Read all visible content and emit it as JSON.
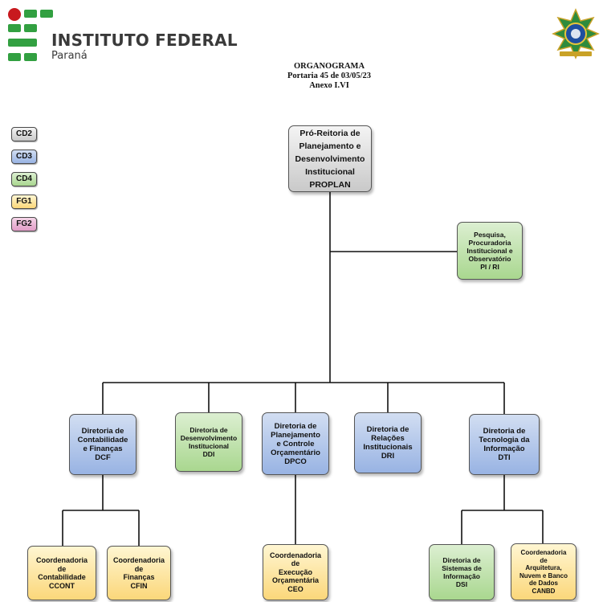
{
  "header": {
    "brand_name": "INSTITUTO FEDERAL",
    "brand_sub": "Paraná",
    "title_lines": [
      "ORGANOGRAMA",
      "Portaria 45 de 03/05/23",
      "Anexo I.VI"
    ]
  },
  "legend": [
    {
      "label": "CD2",
      "color": "#c9c9c9"
    },
    {
      "label": "CD3",
      "color": "#98b3e3"
    },
    {
      "label": "CD4",
      "color": "#a9d78f"
    },
    {
      "label": "FG1",
      "color": "#fbd77a"
    },
    {
      "label": "FG2",
      "color": "#e29cc7"
    }
  ],
  "nodes": {
    "proplan": {
      "lines": [
        "Pró-Reitoria de",
        "Planejamento e",
        "Desenvolvimento",
        "Institucional",
        "PROPLAN"
      ],
      "level": "CD2"
    },
    "piri": {
      "lines": [
        "Pesquisa,",
        "Procuradoria",
        "Institucional e",
        "Observatório",
        "PI / RI"
      ],
      "level": "CD4"
    },
    "dcf": {
      "lines": [
        "Diretoria de",
        "Contabilidade",
        "e Finanças",
        "DCF"
      ],
      "level": "CD3"
    },
    "ddi": {
      "lines": [
        "Diretoria de",
        "Desenvolvimento",
        "Institucional",
        "DDI"
      ],
      "level": "CD4"
    },
    "dpco": {
      "lines": [
        "Diretoria de",
        "Planejamento",
        "e Controle",
        "Orçamentário",
        "DPCO"
      ],
      "level": "CD3"
    },
    "dri": {
      "lines": [
        "Diretoria de",
        "Relações",
        "Institucionais",
        "DRI"
      ],
      "level": "CD3"
    },
    "dti": {
      "lines": [
        "Diretoria de",
        "Tecnologia da",
        "Informação",
        "DTI"
      ],
      "level": "CD3"
    },
    "ccont": {
      "lines": [
        "Coordenadoria",
        "de",
        "Contabilidade",
        "CCONT"
      ],
      "level": "FG1"
    },
    "cfin": {
      "lines": [
        "Coordenadoria",
        "de",
        "Finanças",
        "CFIN"
      ],
      "level": "FG1"
    },
    "ceo": {
      "lines": [
        "Coordenadoria",
        "de",
        "Execução",
        "Orçamentária",
        "CEO"
      ],
      "level": "FG1"
    },
    "dsi": {
      "lines": [
        "Diretoria de",
        "Sistemas de",
        "Informação",
        "DSI"
      ],
      "level": "CD4"
    },
    "canbd": {
      "lines": [
        "Coordenadoria",
        "de",
        "Arquitetura,",
        "Nuvem e Banco",
        "de Dados",
        "CANBD"
      ],
      "level": "FG1"
    }
  },
  "edges": [
    [
      "proplan",
      "piri"
    ],
    [
      "proplan",
      "dcf"
    ],
    [
      "proplan",
      "ddi"
    ],
    [
      "proplan",
      "dpco"
    ],
    [
      "proplan",
      "dri"
    ],
    [
      "proplan",
      "dti"
    ],
    [
      "dcf",
      "ccont"
    ],
    [
      "dcf",
      "cfin"
    ],
    [
      "dpco",
      "ceo"
    ],
    [
      "dti",
      "dsi"
    ],
    [
      "dti",
      "canbd"
    ]
  ]
}
